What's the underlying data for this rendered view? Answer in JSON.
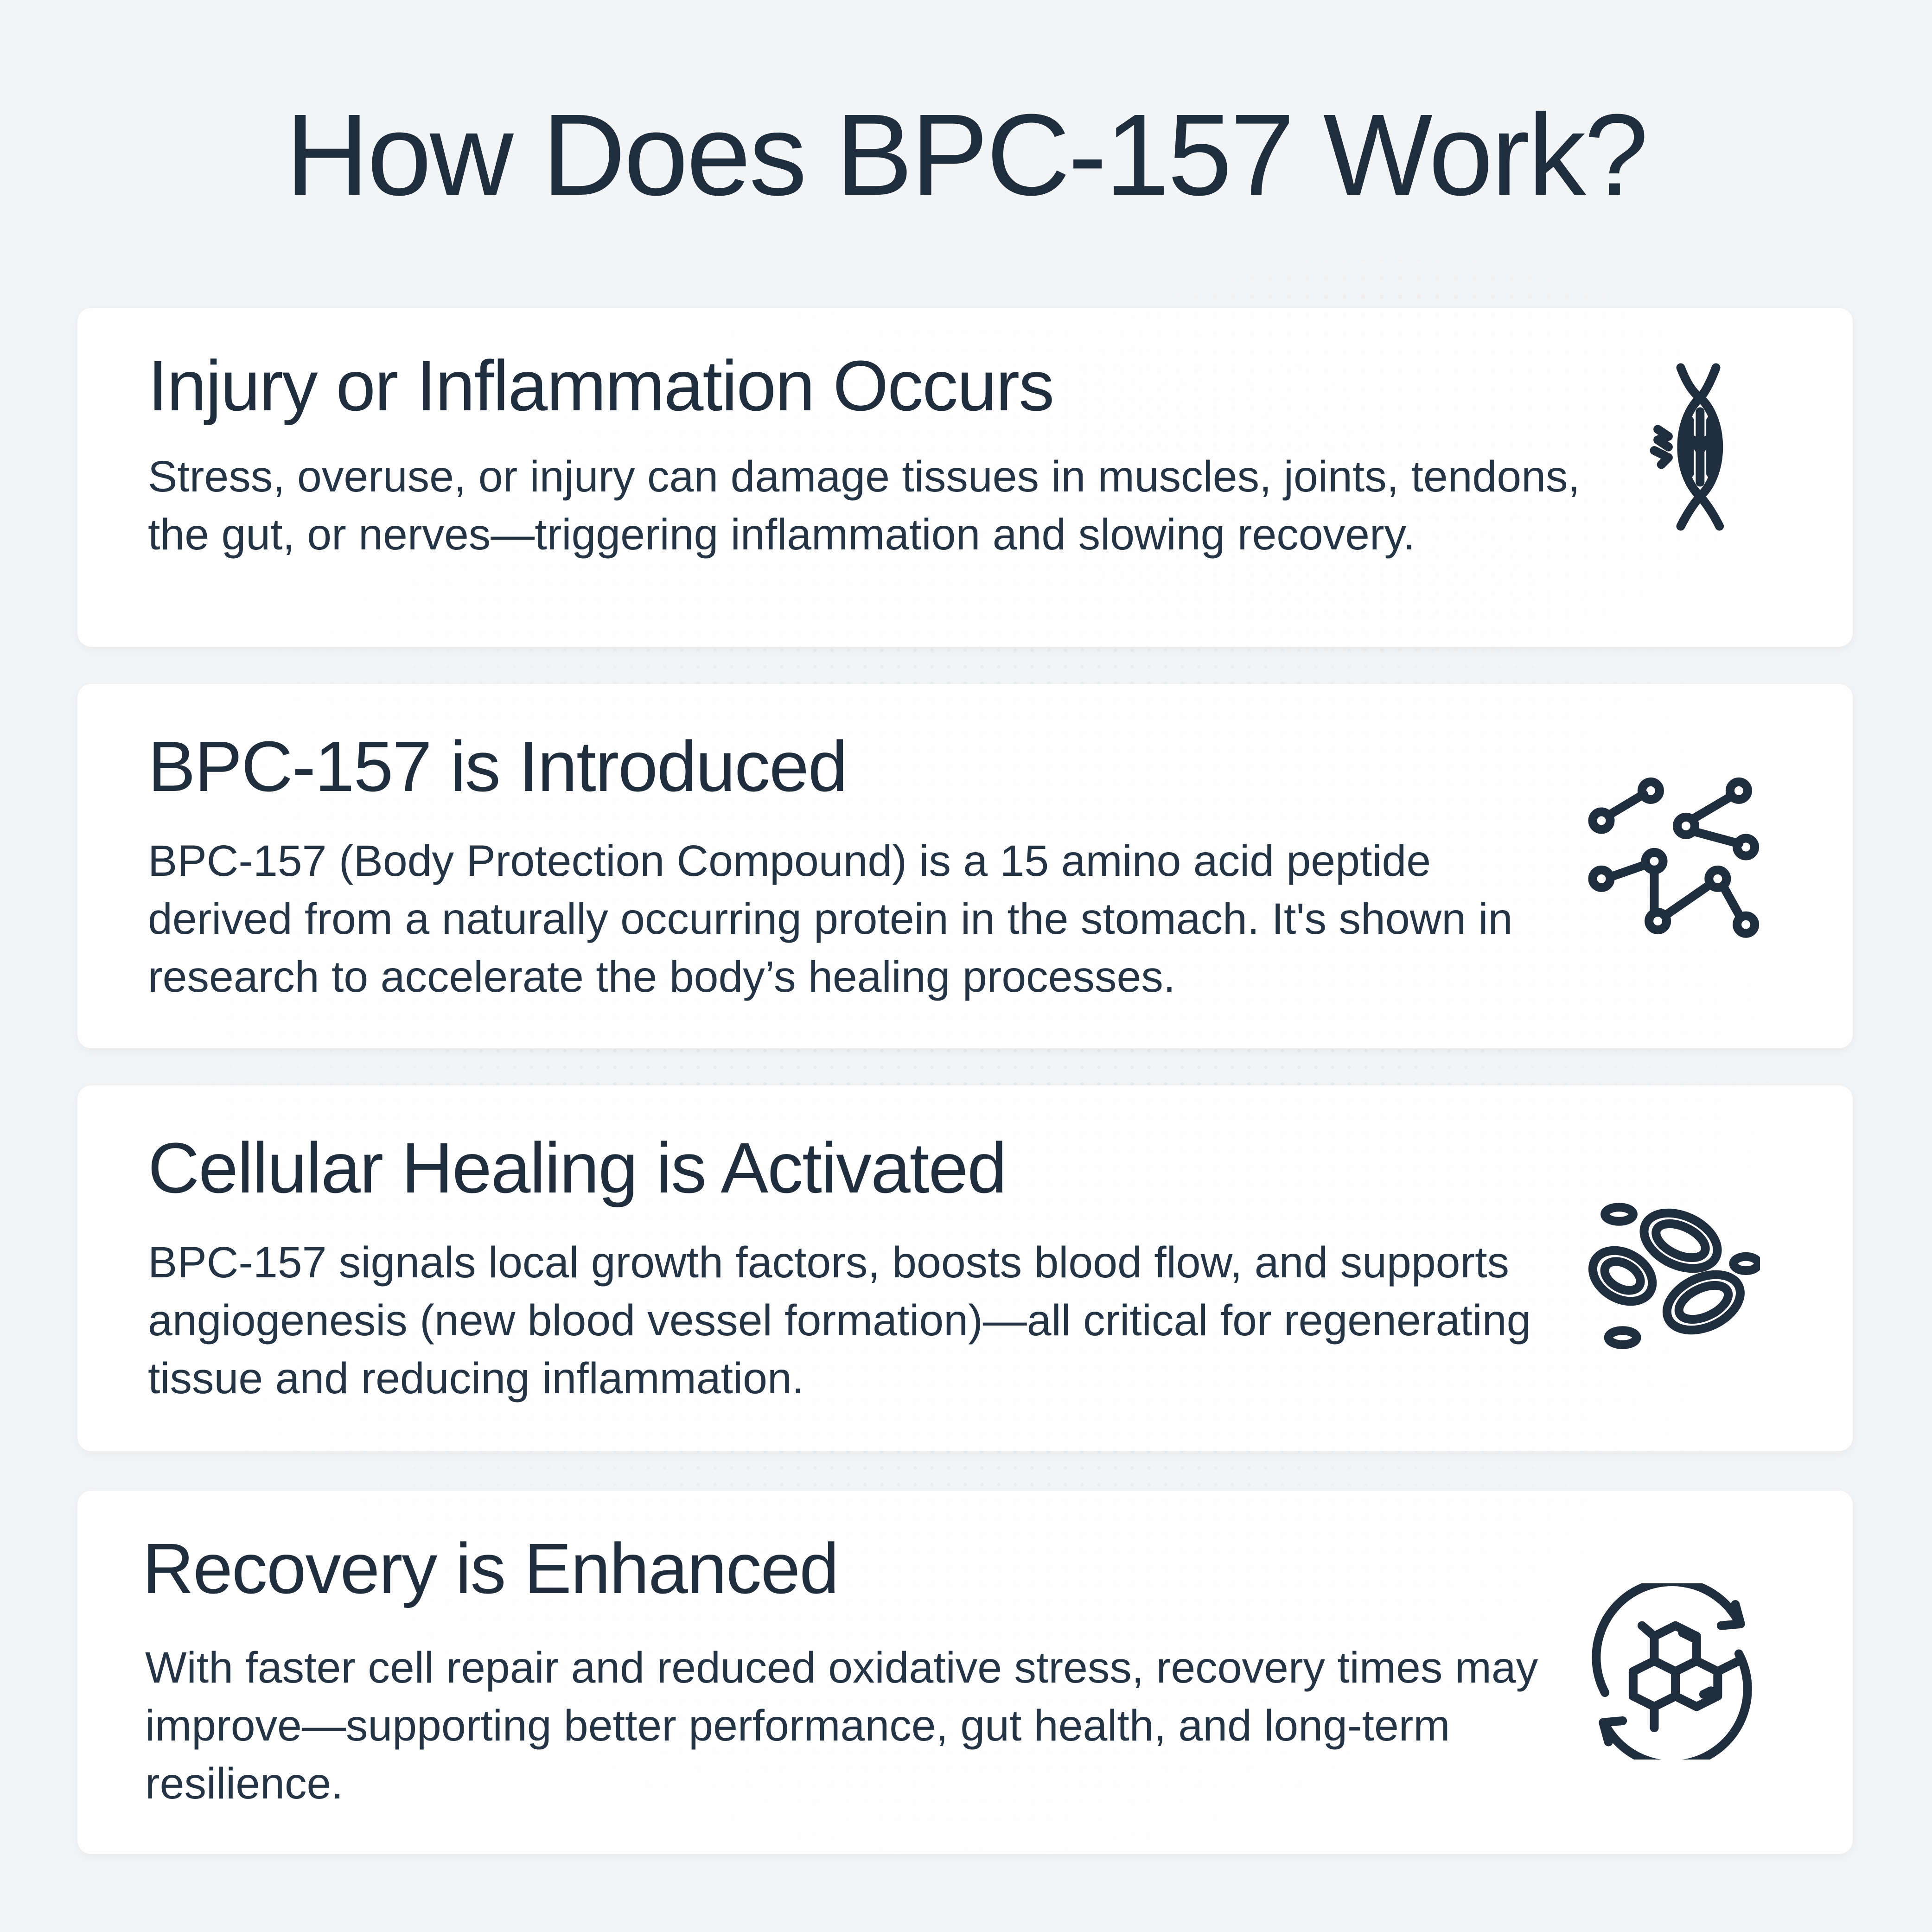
{
  "title": "How Does BPC-157 Work?",
  "steps": [
    {
      "heading": "Injury or Inflammation Occurs",
      "body": "Stress, overuse, or injury can damage tissues in muscles, joints, tendons, the gut, or nerves—triggering inflammation and slowing recovery.",
      "icon": "muscle-injury-icon"
    },
    {
      "heading": "BPC-157 is Introduced",
      "body": "BPC-157 (Body Protection Compound) is a 15 amino acid peptide derived from a naturally occurring protein in the stomach. It's shown in research to accelerate the body’s healing processes.",
      "icon": "molecule-network-icon"
    },
    {
      "heading": "Cellular Healing is Activated",
      "body": "BPC-157 signals local growth factors, boosts blood flow, and supports angiogenesis (new blood vessel formation)—all critical for regenerating tissue and reducing inflammation.",
      "icon": "blood-cells-icon"
    },
    {
      "heading": "Recovery is Enhanced",
      "body": "With faster cell repair and reduced oxidative stress, recovery times may improve—supporting better performance, gut health, and long-term resilience.",
      "icon": "molecule-cycle-icon"
    }
  ]
}
